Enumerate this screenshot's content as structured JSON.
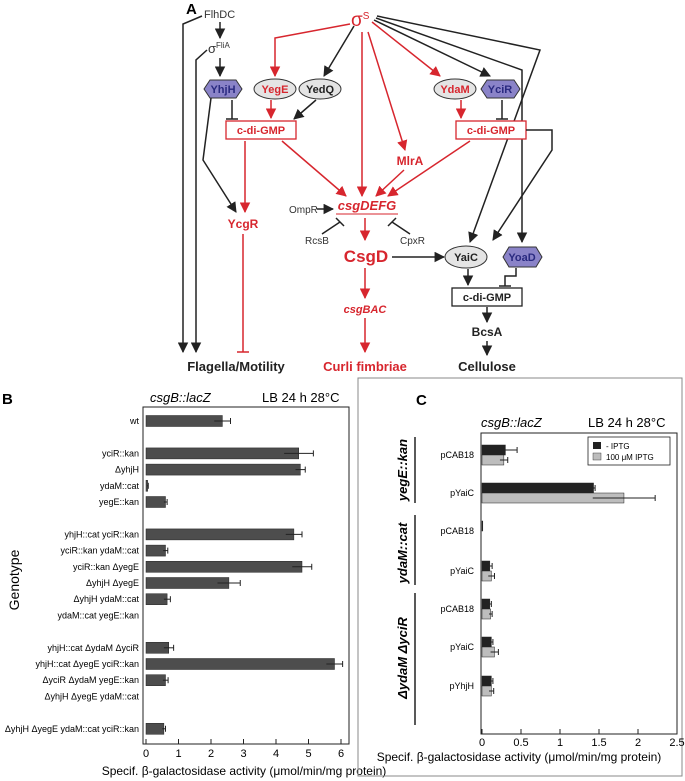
{
  "panel_a": {
    "label": "A",
    "sigma_s": "σ",
    "sigma_s_sup": "S",
    "flhdc": "FlhDC",
    "sigma_flia": "σ",
    "sigma_flia_sup": "FliA",
    "yhjh": "YhjH",
    "yege": "YegE",
    "yedq": "YedQ",
    "ydam": "YdaM",
    "ycir": "YciR",
    "cdigmp_left": "c-di-GMP",
    "cdigmp_right": "c-di-GMP",
    "mlra": "MlrA",
    "ompr": "OmpR",
    "csgdefg": "csgDEFG",
    "rcsb": "RcsB",
    "cpxr": "CpxR",
    "ycgr": "YcgR",
    "csgd": "CsgD",
    "yaic": "YaiC",
    "yoad": "YoaD",
    "cdigmp_bottom": "c-di-GMP",
    "csgbac": "csgBAC",
    "bcsa": "BcsA",
    "flagella": "Flagella/Motility",
    "curli": "Curli fimbriae",
    "cellulose": "Cellulose",
    "colors": {
      "red": "#d7262e",
      "black": "#222222",
      "purple": "#8a83c8",
      "grey": "#e4e4e4"
    }
  },
  "panel_b": {
    "label": "B",
    "construct": "csgB::lacZ",
    "condition": "LB 24 h 28°C",
    "ylabel": "Genotype",
    "xlabel": "Specif. β-galactosidase activity (μmol/min/mg protein)"
  },
  "panel_c": {
    "label": "C",
    "construct": "csgB::lacZ",
    "condition": "LB 24 h 28°C",
    "group1": "yegE::kan",
    "group2": "ydaM::cat",
    "group3": "ΔydaM ΔyciR",
    "xlabel": "Specif. β-galactosidase activity (μmol/min/mg protein)",
    "legend_minus": "- IPTG",
    "legend_plus": "100 μM IPTG"
  },
  "chart_data": [
    {
      "type": "bar",
      "orientation": "horizontal",
      "title": "csgB::lacZ",
      "subtitle": "LB 24 h 28°C",
      "xlabel": "Specif. β-galactosidase activity (μmol/min/mg protein)",
      "ylabel": "Genotype",
      "xlim": [
        0,
        6.3
      ],
      "xticks": [
        0,
        1,
        2,
        3,
        4,
        5,
        6
      ],
      "categories": [
        "wt",
        "yciR::kan",
        "ΔyhjH",
        "ydaM::cat",
        "yegE::kan",
        "yhjH::cat yciR::kan",
        "yciR::kan ydaM::cat",
        "yciR::kan ΔyegE",
        "ΔyhjH ΔyegE",
        "ΔyhjH ydaM::cat",
        "ydaM::cat yegE::kan",
        "yhjH::cat ΔydaM ΔyciR",
        "yhjH::cat ΔyegE yciR::kan",
        "ΔyciR ΔydaM yegE::kan",
        "ΔyhjH ΔyegE ydaM::cat",
        "ΔyhjH ΔyegE ydaM::cat yciR::kan"
      ],
      "values": [
        2.35,
        4.7,
        4.75,
        0.05,
        0.6,
        4.55,
        0.6,
        4.8,
        2.55,
        0.65,
        0,
        0.7,
        5.8,
        0.6,
        0,
        0.55
      ],
      "errors": [
        0.25,
        0.45,
        0.15,
        0.02,
        0.05,
        0.25,
        0.07,
        0.3,
        0.35,
        0.1,
        0,
        0.15,
        0.25,
        0.08,
        0,
        0.05
      ],
      "slots": [
        0,
        2,
        3,
        4,
        5,
        7,
        8,
        9,
        10,
        11,
        12,
        14,
        15,
        16,
        17,
        19
      ],
      "color": "#4d4d4d"
    },
    {
      "type": "bar",
      "orientation": "horizontal",
      "title": "csgB::lacZ",
      "subtitle": "LB 24 h 28°C",
      "xlabel": "Specif. β-galactosidase activity (μmol/min/mg protein)",
      "xlim": [
        0,
        2.5
      ],
      "xticks": [
        0,
        0.5,
        1,
        1.5,
        2,
        2.5
      ],
      "categories": [
        "pCAB18",
        "pYaiC",
        "pCAB18",
        "pYaiC",
        "pCAB18",
        "pYaiC",
        "pYhjH"
      ],
      "series": [
        {
          "name": "- IPTG",
          "color": "#222222",
          "values": [
            0.3,
            1.43,
            0.01,
            0.1,
            0.1,
            0.12,
            0.12
          ],
          "errors": [
            0.15,
            0.02,
            0,
            0.03,
            0.02,
            0.02,
            0.02
          ]
        },
        {
          "name": "100 μM IPTG",
          "color": "#bdbdbd",
          "values": [
            0.28,
            1.82,
            0,
            0.12,
            0.11,
            0.16,
            0.12
          ],
          "errors": [
            0.05,
            0.4,
            0,
            0.04,
            0.02,
            0.05,
            0.03
          ]
        }
      ],
      "legend_position": "top-right"
    }
  ]
}
